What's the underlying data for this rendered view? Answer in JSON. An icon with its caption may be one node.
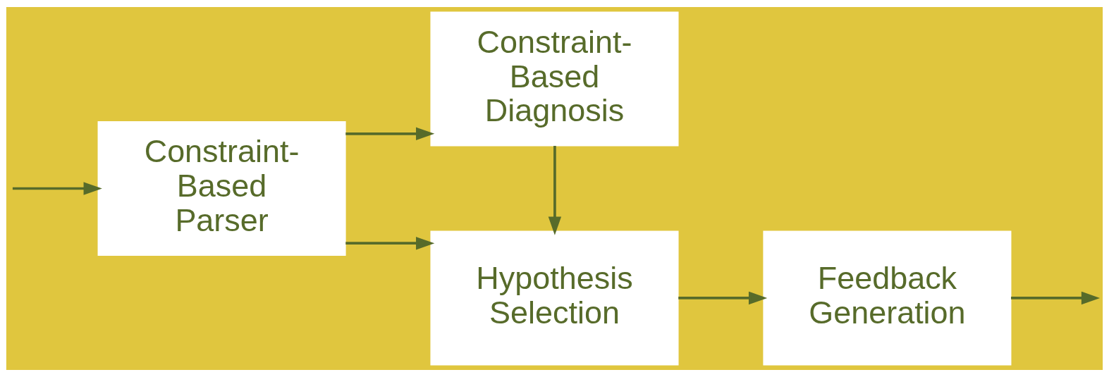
{
  "diagram": {
    "nodes": [
      {
        "text": [
          "Constraint- Based Parser"
        ]
      },
      {
        "text": [
          "Constraint- Based Diagnosis"
        ]
      },
      {
        "text": [
          "Hypothesis Selection"
        ]
      },
      {
        "text": [
          "Feedback Generation"
        ]
      }
    ],
    "edges": [
      {
        "from": null,
        "to": 0,
        "arrow": "to"
      },
      {
        "from": 0,
        "to": 1,
        "arrow": "to"
      },
      {
        "from": 1,
        "to": 2,
        "arrow": "to"
      },
      {
        "from": 0,
        "to": 2,
        "arrow": "to"
      },
      {
        "from": 2,
        "to": 3,
        "arrow": "to"
      },
      {
        "from": 3,
        "to": null,
        "arrow": "to"
      }
    ]
  }
}
